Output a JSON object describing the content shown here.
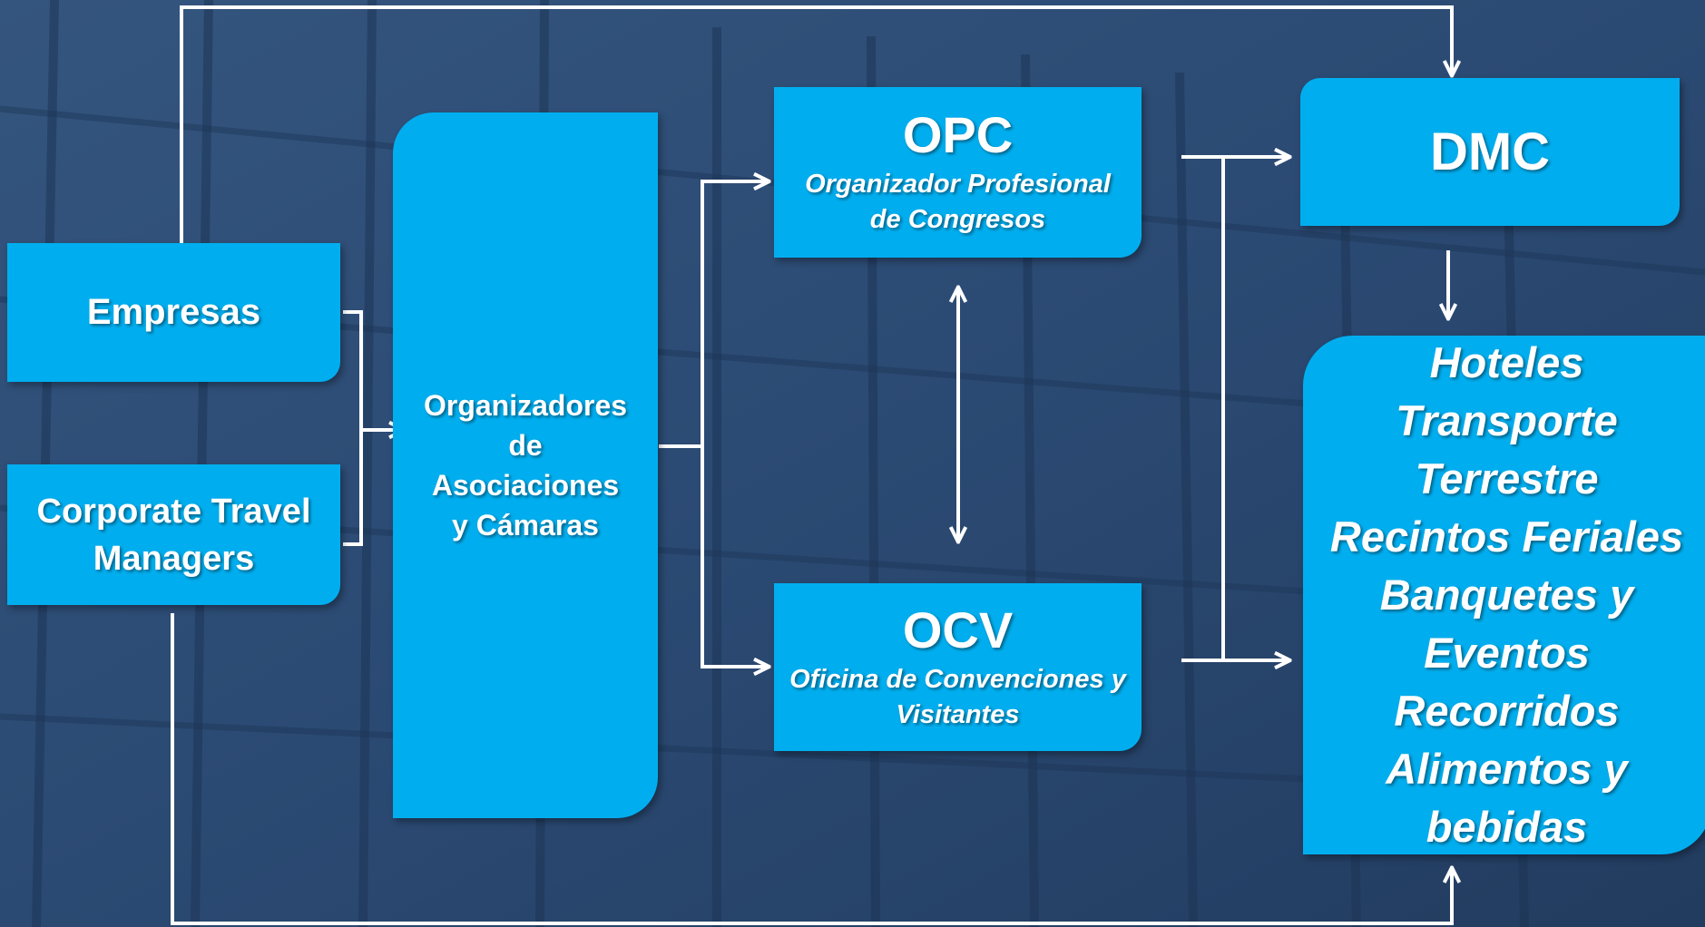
{
  "colors": {
    "box_fill": "#00aeef",
    "text": "#ffffff",
    "connector": "#ffffff",
    "background": "#2c4a72"
  },
  "empresas": {
    "label": "Empresas"
  },
  "corporate_travel": {
    "label_line1": "Corporate Travel",
    "label_line2": "Managers"
  },
  "organizadores": {
    "line1": "Organizadores",
    "line2": "de",
    "line3": "Asociaciones",
    "line4": "y Cámaras"
  },
  "opc": {
    "title": "OPC",
    "subtitle_line1": "Organizador Profesional",
    "subtitle_line2": "de Congresos"
  },
  "ocv": {
    "title": "OCV",
    "subtitle_line1": "Oficina de Convenciones y",
    "subtitle_line2": "Visitantes"
  },
  "dmc": {
    "title": "DMC"
  },
  "services": {
    "items": [
      "Hoteles",
      "Transporte",
      "Terrestre",
      "Recintos Feriales",
      "Banquetes y",
      "Eventos",
      "Recorridos",
      "Alimentos y",
      "bebidas"
    ]
  }
}
